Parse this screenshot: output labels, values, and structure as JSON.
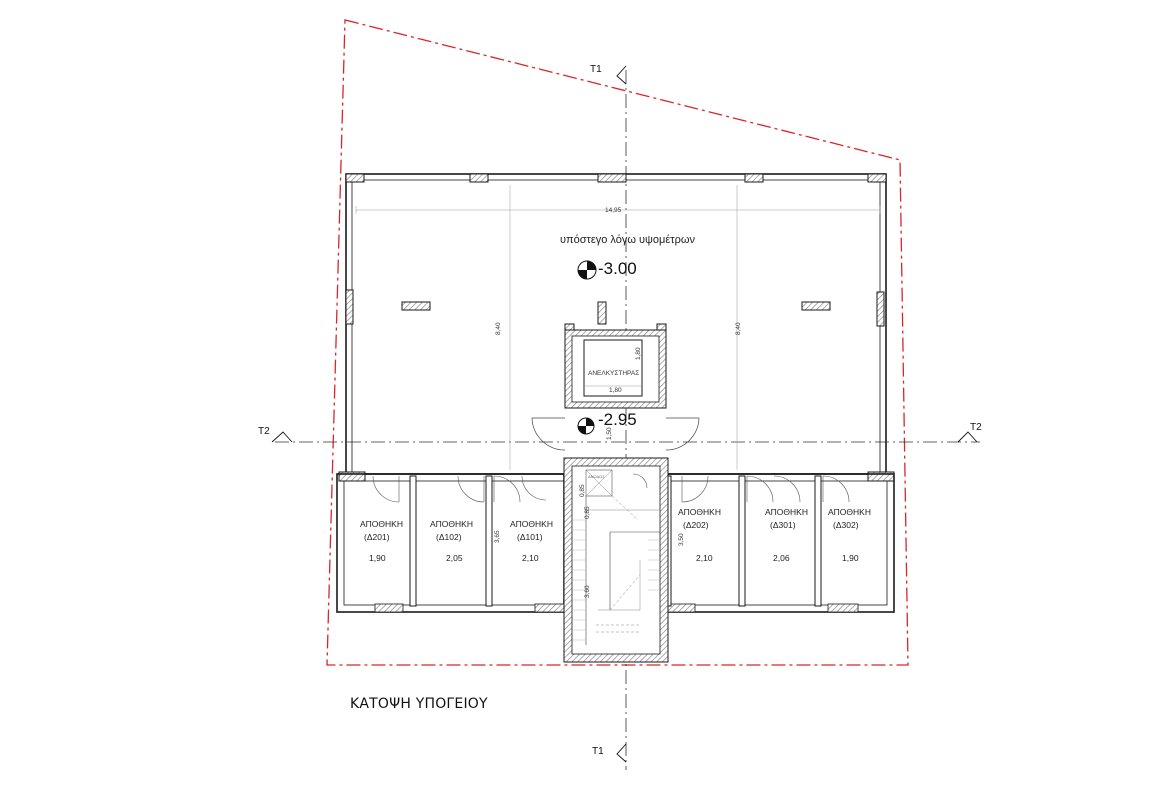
{
  "drawing": {
    "title": "ΚΑΤΟΨΗ ΥΠΟΓΕΙΟΥ",
    "hall_note": "υπόστεγο λόγω υψομέτρων",
    "level_main": "-3.00",
    "level_landing": "-2.95",
    "elevator_label": "ΑΝΕΛΚΥΣΤΗΡΑΣ",
    "stair_note": "ΑΝΟΔΟΣ",
    "colors": {
      "wall": "#1a1a1a",
      "hatch": "#8a8a8a",
      "boundary": "#d9262b",
      "axis": "#333333"
    }
  },
  "section_markers": {
    "top": "T1",
    "bottom": "T1",
    "left": "T2",
    "right": "T2"
  },
  "dimensions": {
    "hall_width": "14,95",
    "hall_depth_left": "8,40",
    "hall_depth_right": "8,40",
    "elevator_width": "1,80",
    "elevator_depth": "1,80",
    "landing_depth": "1,50",
    "storage_depth_left": "3,65",
    "storage_depth_right": "3,50",
    "stair_dim_a": "0,85",
    "stair_dim_b": "0,85",
    "stair_depth": "3,60"
  },
  "storage_rooms": [
    {
      "name": "ΑΠΟΘΗΚΗ",
      "code": "(Δ201)",
      "width": "1,90"
    },
    {
      "name": "ΑΠΟΘΗΚΗ",
      "code": "(Δ102)",
      "width": "2,05"
    },
    {
      "name": "ΑΠΟΘΗΚΗ",
      "code": "(Δ101)",
      "width": "2,10"
    },
    {
      "name": "ΑΠΟΘΗΚΗ",
      "code": "(Δ202)",
      "width": "2,10"
    },
    {
      "name": "ΑΠΟΘΗΚΗ",
      "code": "(Δ301)",
      "width": "2,06"
    },
    {
      "name": "ΑΠΟΘΗΚΗ",
      "code": "(Δ302)",
      "width": "1,90"
    }
  ]
}
